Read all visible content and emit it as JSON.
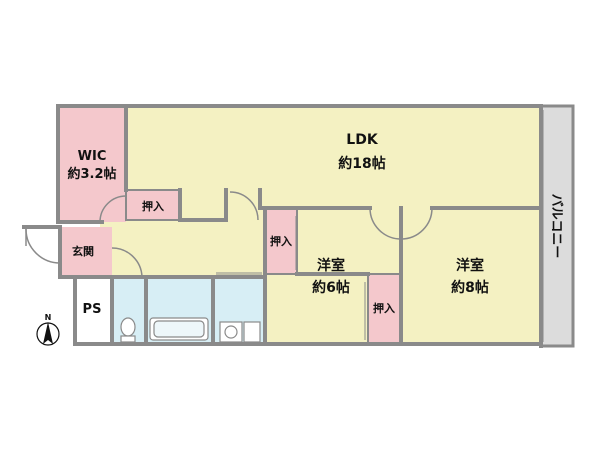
{
  "colors": {
    "wall": "#8a8a8a",
    "wic_fill": "#f4c8cc",
    "closet_fill": "#f4c8cc",
    "entrance_fill": "#f4c8cc",
    "room_fill": "#f4f1c2",
    "wet_fill": "#d7eef5",
    "balcony_fill": "#dcdcdc",
    "ps_fill": "#ffffff"
  },
  "rooms": {
    "wic": {
      "name": "WIC",
      "size": "約3.2帖"
    },
    "ldk": {
      "name": "LDK",
      "size": "約18帖"
    },
    "entrance": {
      "name": "玄関"
    },
    "ps": {
      "name": "PS"
    },
    "western_room_1": {
      "name": "洋室",
      "size": "約6帖"
    },
    "western_room_2": {
      "name": "洋室",
      "size": "約8帖"
    },
    "closet_hall": {
      "name": "押入"
    },
    "closet_room1": {
      "name": "押入"
    },
    "closet_room2": {
      "name": "押入"
    },
    "balcony": {
      "name": "バルコニー"
    }
  },
  "compass": {
    "north_label": "N"
  }
}
